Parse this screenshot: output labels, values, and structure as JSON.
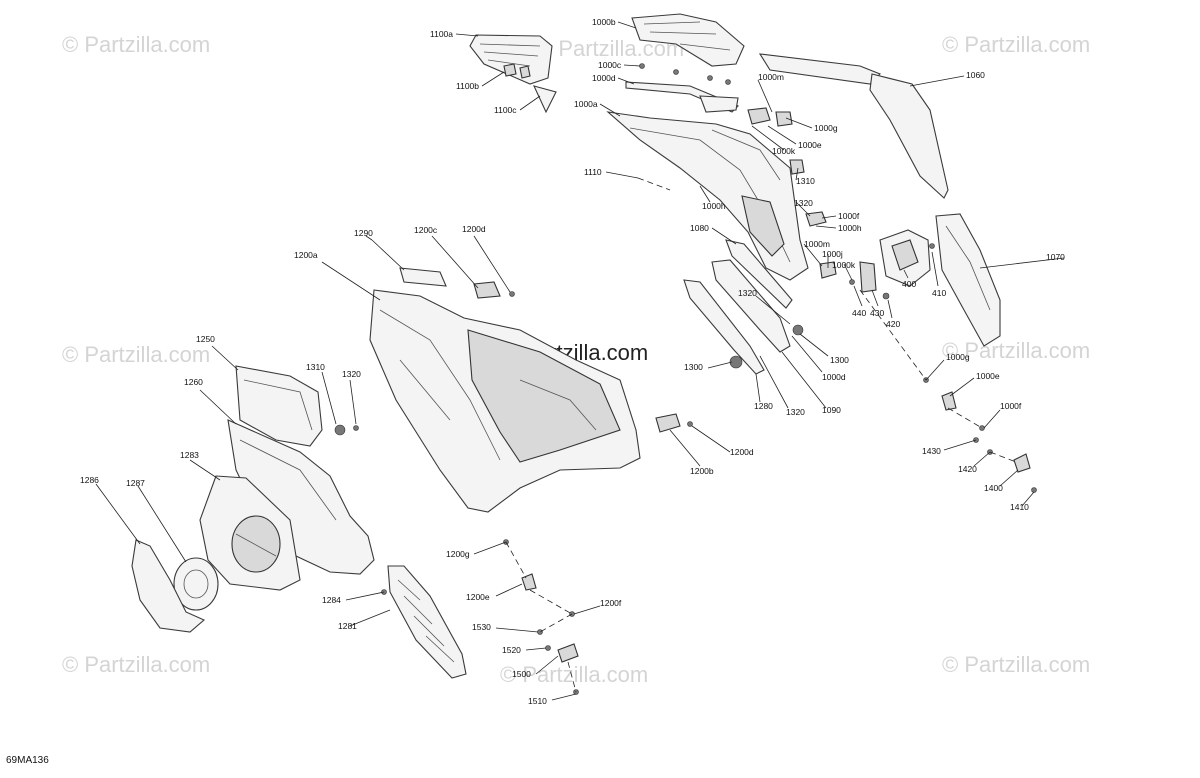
{
  "figure_code": "69MA136",
  "watermark": "© Partzilla.com",
  "callouts": {
    "c1100a": "1100a",
    "c1100b": "1100b",
    "c1100c": "1100c",
    "c1000b": "1000b",
    "c1000c": "1000c",
    "c1000d": "1000d",
    "c1000a": "1000a",
    "c1000m_a": "1000m",
    "c1000g_a": "1000g",
    "c1000e_a": "1000e",
    "c1000k_a": "1000k",
    "c1060": "1060",
    "c1110": "1110",
    "c1000h_a": "1000h",
    "c1310_a": "1310",
    "c1320_a": "1320",
    "c1000f_a": "1000f",
    "c1000h_b": "1000h",
    "c1000m_b": "1000m",
    "c1000j": "1000j",
    "c1000k_b": "1000k",
    "c1080": "1080",
    "c1070": "1070",
    "c400": "400",
    "c410": "410",
    "c430": "430",
    "c440": "440",
    "c420": "420",
    "c1290": "1290",
    "c1200c": "1200c",
    "c1200d_a": "1200d",
    "c1200a": "1200a",
    "c1250": "1250",
    "c1310_b": "1310",
    "c1320_b": "1320",
    "c1260": "1260",
    "c1320_c": "1320",
    "c1300_a": "1300",
    "c1300_b": "1300",
    "c1000d_b": "1000d",
    "c1280": "1280",
    "c1320_d": "1320",
    "c1090": "1090",
    "c1000g_b": "1000g",
    "c1000e_b": "1000e",
    "c1000f_b": "1000f",
    "c1430": "1430",
    "c1420": "1420",
    "c1400": "1400",
    "c1410": "1410",
    "c1200d_b": "1200d",
    "c1200b": "1200b",
    "c1286": "1286",
    "c1287": "1287",
    "c1283": "1283",
    "c1284": "1284",
    "c1281": "1281",
    "c1200g": "1200g",
    "c1200e": "1200e",
    "c1200f": "1200f",
    "c1530": "1530",
    "c1520": "1520",
    "c1500": "1500",
    "c1510": "1510"
  }
}
